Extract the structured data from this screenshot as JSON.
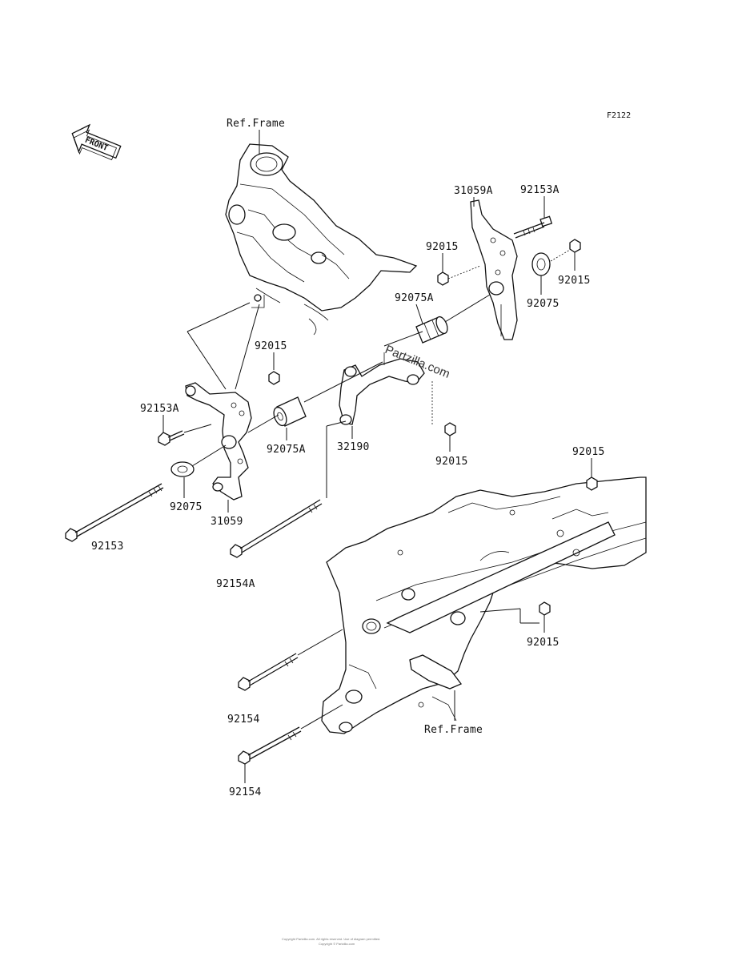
{
  "diagram_code": "F2122",
  "front_indicator": "FRONT",
  "watermark": "Partzilla.com",
  "footer": {
    "line1": "Copyright Partzilla.com. All rights reserved. Use of diagram permitted.",
    "line2": "Copyright © Partzilla.com"
  },
  "labels": {
    "ref_frame_top": "Ref.Frame",
    "ref_frame_bottom": "Ref.Frame",
    "p31059A": "31059A",
    "p92153A_right": "92153A",
    "p92015_a": "92015",
    "p92015_b": "92015",
    "p92075_right": "92075",
    "p92075A_right": "92075A",
    "p92015_c": "92015",
    "p92153A_left": "92153A",
    "p92075A_left": "92075A",
    "p32190": "32190",
    "p92015_d": "92015",
    "p92015_e": "92015",
    "p92075_left": "92075",
    "p31059": "31059",
    "p92153": "92153",
    "p92154A": "92154A",
    "p92015_f": "92015",
    "p92154_a": "92154",
    "p92154_b": "92154"
  }
}
